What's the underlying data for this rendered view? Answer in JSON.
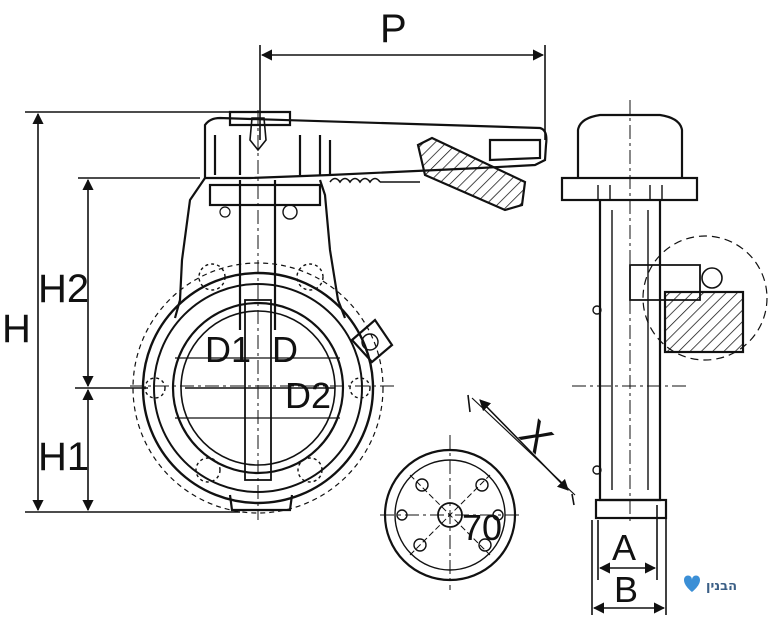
{
  "labels": {
    "P": "P",
    "H": "H",
    "H1": "H1",
    "H2": "H2",
    "D1": "D1",
    "D": "D",
    "D2": "D2",
    "X": "X",
    "angle": "70",
    "A": "A",
    "B": "B"
  },
  "logo": {
    "text": "הבנין",
    "icon": "heart-icon",
    "color": "#3b8fd6"
  }
}
